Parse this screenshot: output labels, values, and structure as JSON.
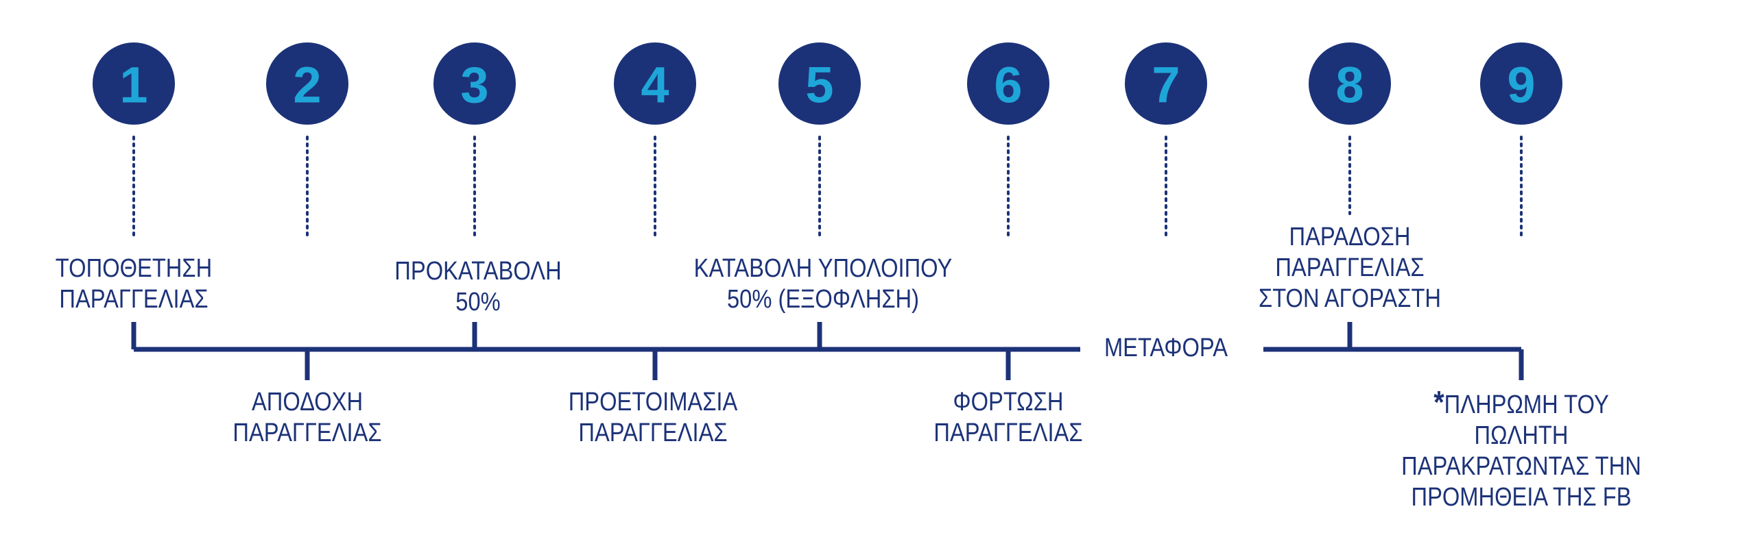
{
  "colors": {
    "circle": "#1c3278",
    "number": "#1fa6d8",
    "line": "#1c3278",
    "text": "#1c3278"
  },
  "steps": [
    "1",
    "2",
    "3",
    "4",
    "5",
    "6",
    "7",
    "8",
    "9"
  ],
  "labels": {
    "step1": [
      "ΤΟΠΟΘΕΤΗΣΗ",
      "ΠΑΡΑΓΓΕΛΙΑΣ"
    ],
    "step2": [
      "ΑΠΟΔΟΧΗ",
      "ΠΑΡΑΓΓΕΛΙΑΣ"
    ],
    "step3": [
      "ΠΡΟΚΑΤΑΒΟΛΗ",
      "50%"
    ],
    "step4": [
      "ΠΡΟΕΤΟΙΜΑΣΙΑ",
      "ΠΑΡΑΓΓΕΛΙΑΣ"
    ],
    "step5": [
      "ΚΑΤΑΒΟΛΗ ΥΠΟΛΟΙΠΟΥ",
      "50% (ΕΞΟΦΛΗΣΗ)"
    ],
    "step6": [
      "ΦΟΡΤΩΣΗ",
      "ΠΑΡΑΓΓΕΛΙΑΣ"
    ],
    "step7": [
      "ΜΕΤΑΦΟΡΑ"
    ],
    "step8": [
      "ΠΑΡΑΔΟΣΗ",
      "ΠΑΡΑΓΓΕΛΙΑΣ",
      "ΣΤΟΝ ΑΓΟΡΑΣΤΗ"
    ],
    "step9_star": "*",
    "step9": [
      "ΠΛΗΡΩΜΗ ΤΟΥ",
      "ΠΩΛΗΤΗ",
      "ΠΑΡΑΚΡΑΤΩΝΤΑΣ ΤΗΝ",
      "ΠΡΟΜΗΘΕΙΑ ΤΗΣ FB"
    ]
  }
}
